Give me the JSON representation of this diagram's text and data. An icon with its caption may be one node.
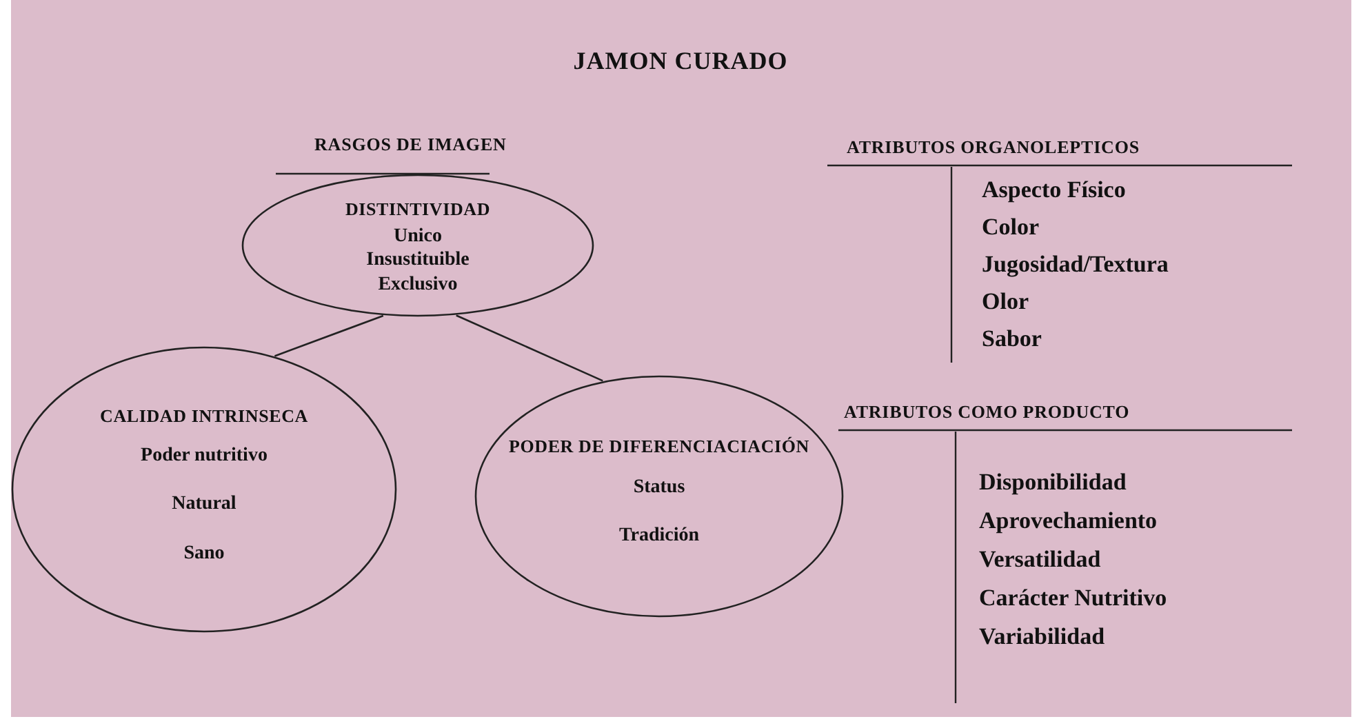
{
  "diagram": {
    "title": "JAMON CURADO",
    "nodes": [
      {
        "text": [
          "DISTINTIVIDAD",
          "Unico",
          "Insustituible",
          "Exclusivo"
        ]
      },
      {
        "text": [
          "CALIDAD INTRINSECA",
          "Poder nutritivo",
          "Natural",
          "Sano"
        ]
      },
      {
        "text": [
          "PODER DE DIFERENCIACIACIÓN",
          "Status",
          "Tradición"
        ]
      }
    ],
    "edges": [
      {
        "from": 0,
        "to": 1,
        "arrow": "none"
      },
      {
        "from": 0,
        "to": 2,
        "arrow": "none"
      }
    ],
    "labels": [
      "RASGOS DE IMAGEN",
      "ATRIBUTOS ORGANOLEPTICOS",
      "Aspecto Físico",
      "Color",
      "Jugosidad/Textura",
      "Olor",
      "Sabor",
      "ATRIBUTOS COMO PRODUCTO",
      "Disponibilidad",
      "Aprovechamiento",
      "Versatilidad",
      "Carácter Nutritivo",
      "Variabilidad"
    ]
  }
}
